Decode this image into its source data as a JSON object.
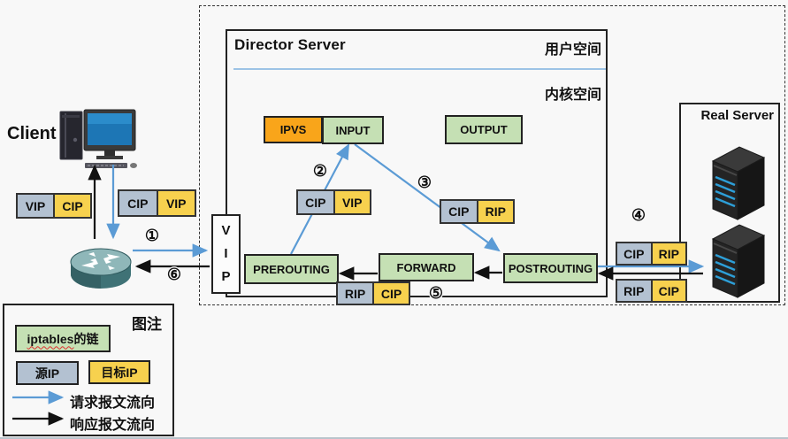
{
  "colors": {
    "request_arrow_blue": "#5B9BD5",
    "response_arrow_black": "#111111",
    "chain_box_green": "#C5E0B4",
    "ipvs_orange": "#F9A51A",
    "source_ip_bluegray": "#B3C1D1",
    "dest_ip_yellow": "#F7D14E",
    "space_separator_blue": "#9DC3E6"
  },
  "client": {
    "label": "Client"
  },
  "director": {
    "title": "Director Server",
    "user_space_label": "用户空间",
    "kernel_space_label": "内核空间",
    "vip_letters": [
      "V",
      "I",
      "P"
    ],
    "chains": {
      "ipvs": "IPVS",
      "input": "INPUT",
      "output": "OUTPUT",
      "prerouting": "PREROUTING",
      "forward": "FORWARD",
      "postrouting": "POSTROUTING"
    }
  },
  "real_server": {
    "title": "Real Server"
  },
  "packets": [
    {
      "id": "client-response",
      "source": "VIP",
      "dest": "CIP"
    },
    {
      "id": "client-request",
      "source": "CIP",
      "dest": "VIP"
    },
    {
      "id": "director-request-up",
      "source": "CIP",
      "dest": "VIP"
    },
    {
      "id": "director-request-out",
      "source": "CIP",
      "dest": "RIP"
    },
    {
      "id": "director-response",
      "source": "RIP",
      "dest": "CIP"
    },
    {
      "id": "realserver-request",
      "source": "CIP",
      "dest": "RIP"
    },
    {
      "id": "realserver-response",
      "source": "RIP",
      "dest": "CIP"
    }
  ],
  "steps": [
    "①",
    "②",
    "③",
    "④",
    "⑤",
    "⑥"
  ],
  "legend": {
    "title": "图注",
    "chain_label_en": "iptables",
    "chain_label_cn": "的链",
    "source_label": "源IP",
    "dest_label": "目标IP",
    "request_label": "请求报文流向",
    "response_label": "响应报文流向"
  }
}
